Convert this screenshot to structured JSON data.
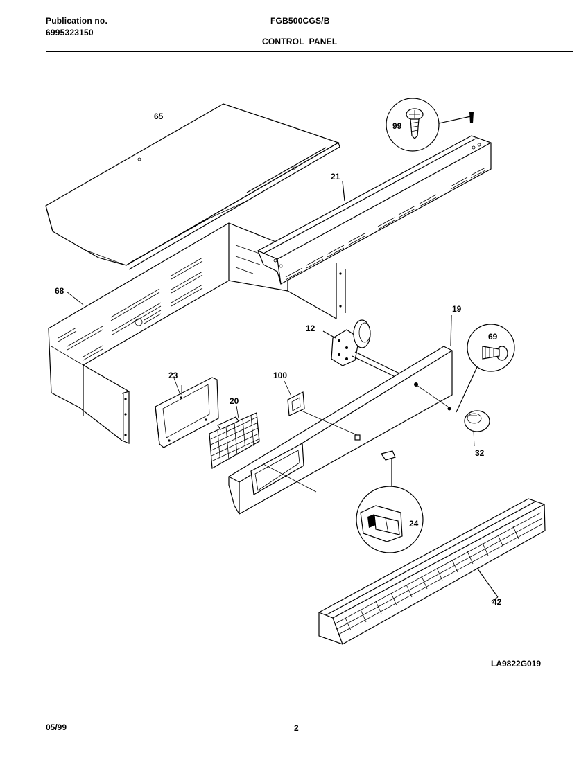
{
  "header": {
    "publication_label": "Publication no.",
    "publication_number": "6995323150",
    "model": "FGB500CGS/B",
    "section": "CONTROL  PANEL"
  },
  "callouts": [
    "65",
    "21",
    "99",
    "68",
    "12",
    "19",
    "69",
    "23",
    "100",
    "20",
    "32",
    "24",
    "42"
  ],
  "drawing_code": "LA9822G019",
  "footer": {
    "date": "05/99",
    "page": "2"
  }
}
